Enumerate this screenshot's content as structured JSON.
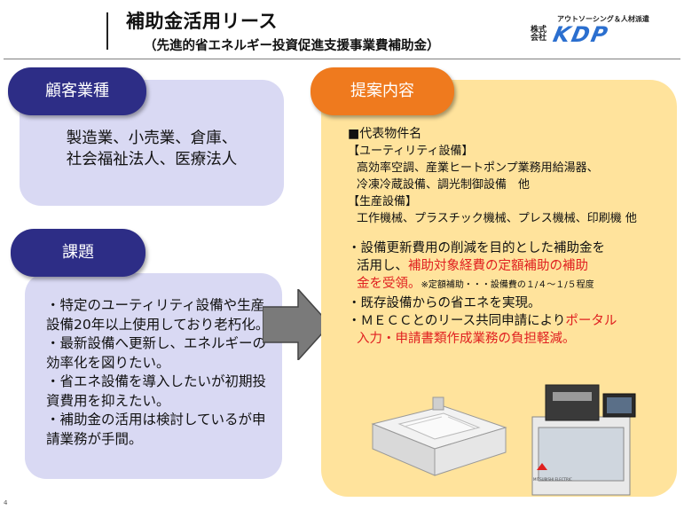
{
  "header": {
    "title": "補助金活用リース",
    "subtitle": "（先進的省エネルギー投資促進支援事業費補助金）",
    "logo": {
      "tagline": "アウトソーシング＆人材派遣",
      "corp": "株式会社",
      "brand": "KDP"
    }
  },
  "customer": {
    "pill_label": "顧客業種",
    "lines": [
      "製造業、小売業、倉庫、",
      "社会福祉法人、医療法人"
    ]
  },
  "issues": {
    "pill_label": "課題",
    "items": [
      "・特定のユーティリティ設備や生産設備20年以上使用しており老朽化。",
      "・最新設備へ更新し、エネルギーの効率化を図りたい。",
      "・省エネ設備を導入したいが初期投資費用を抑えたい。",
      "・補助金の活用は検討しているが申請業務が手間。"
    ]
  },
  "proposal": {
    "pill_label": "提案内容",
    "heading": "■代表物件名",
    "utility_title": "【ユーティリティ設備】",
    "utility_line1": "高効率空調、産業ヒートポンプ業務用給湯器、",
    "utility_line2": "冷凍冷蔵設備、調光制御設備　他",
    "production_title": "【生産設備】",
    "production_line1": "工作機械、プラスチック機械、プレス機械、印刷機 他",
    "point1_a": "・設備更新費用の削減を目的とした補助金を",
    "point1_b": "活用し、",
    "point1_red1": "補助対象経費の定額補助の補助",
    "point1_red2": "金を受領。",
    "point1_note": "※定額補助・・・設備費の１/４～１/５程度",
    "point2": "・既存設備からの省エネを実現。",
    "point3_a": "・ＭＥＣＣとのリース共同申請により",
    "point3_red1": "ポータル",
    "point3_red2": "入力・申請書類作成業務の負担軽減。"
  },
  "images": {
    "ac_icon": "ceiling-cassette-aircon",
    "machine_icon": "edm-machine",
    "machine_brand": "MITSUBISHI ELECTRIC"
  },
  "page_number": "4",
  "colors": {
    "navy_pill": "#2d2d86",
    "orange_pill": "#ef7a1e",
    "lavender_box": "#d9d9f3",
    "peach_box": "#ffe39c",
    "red_text": "#e02020",
    "brand_blue": "#2b6fcf"
  }
}
